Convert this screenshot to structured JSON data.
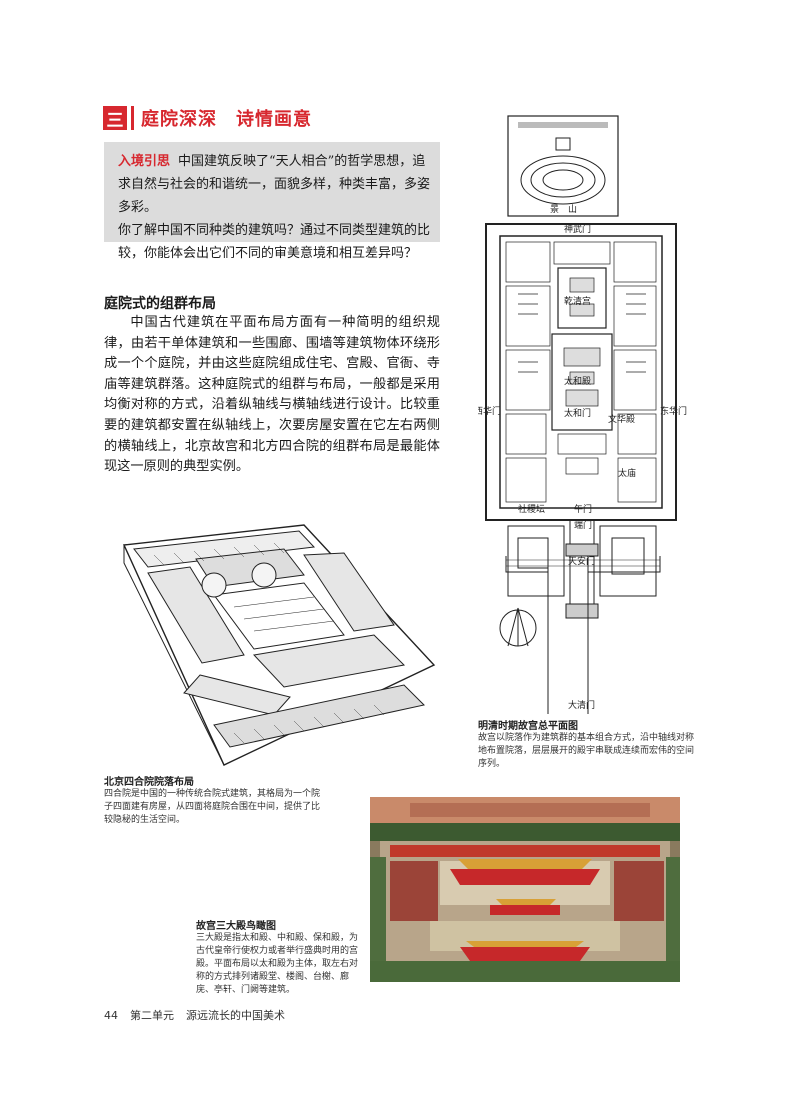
{
  "section": {
    "number": "三",
    "title": "庭院深深　诗情画意"
  },
  "intro": {
    "tag": "入境引思",
    "para1": "中国建筑反映了“天人相合”的哲学思想，追求自然与社会的和谐统一，面貌多样，种类丰富，多姿多彩。",
    "para2": "你了解中国不同种类的建筑吗？通过不同类型建筑的比较，你能体会出它们不同的审美意境和相互差异吗？"
  },
  "subheading": "庭院式的组群布局",
  "body_text": "中国古代建筑在平面布局方面有一种简明的组织规律，由若干单体建筑和一些围廊、围墙等建筑物体环绕形成一个个庭院，并由这些庭院组成住宅、宫殿、官衙、寺庙等建筑群落。这种庭院式的组群与布局，一般都是采用均衡对称的方式，沿着纵轴线与横轴线进行设计。比较重要的建筑都安置在纵轴线上，次要房屋安置在它左右两侧的横轴线上，北京故宫和北方四合院的组群布局是最能体现这一原则的典型实例。",
  "plan_labels": {
    "jingshan": "景　山",
    "shenwumen": "神武门",
    "qianqinggong": "乾清宫",
    "taihedian": "太和殿",
    "xihuamen": "西华门",
    "donghuamen": "东华门",
    "taihemen": "太和门",
    "wenhuadian": "文华殿",
    "wumen": "午门",
    "sheji": "社稷坛",
    "taimiao": "太庙",
    "duanmen": "端门",
    "tiananmen": "天安门",
    "daqingmen": "大清门"
  },
  "captions": {
    "plan_title": "明清时期故宫总平面图",
    "plan_text": "故宫以院落作为建筑群的基本组合方式，沿中轴线对称地布置院落，层层展开的殿宇串联成连续而宏伟的空间序列。",
    "siheyuan_title": "北京四合院院落布局",
    "siheyuan_text": "四合院是中国的一种传统合院式建筑，其格局为一个院子四面建有房屋，从四面将庭院合围在中间，提供了比较隐秘的生活空间。",
    "aerial_title": "故宫三大殿鸟瞰图",
    "aerial_text": "三大殿是指太和殿、中和殿、保和殿，为古代皇帝行使权力或者举行盛典时用的宫殿。平面布局以太和殿为主体，取左右对称的方式排列诸殿堂、楼阁、台榭、廊庑、亭轩、门阙等建筑。"
  },
  "footer": {
    "page": "44",
    "unit": "第二单元",
    "title": "源远流长的中国美术"
  },
  "colors": {
    "accent": "#d7282f",
    "intro_bg": "#dcdcdc"
  }
}
